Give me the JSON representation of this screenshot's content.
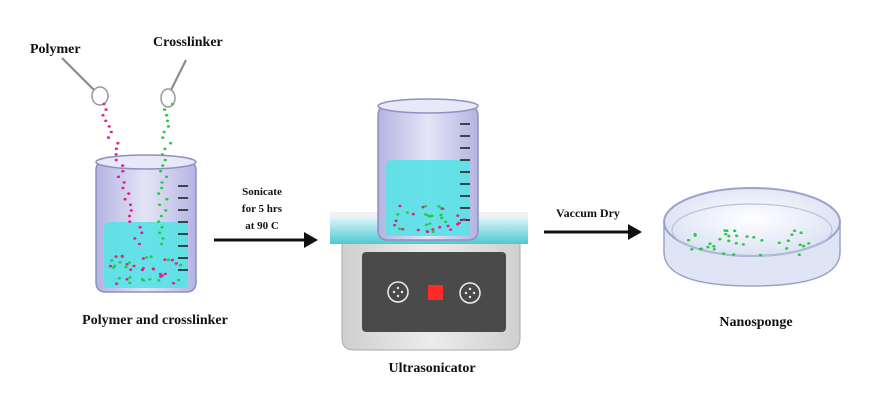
{
  "labels": {
    "polymer": "Polymer",
    "crosslinker": "Crosslinker",
    "step1_caption": "Polymer and crosslinker",
    "sonicate_line1": "Sonicate",
    "sonicate_line2": "for 5 hrs",
    "sonicate_line3": "at 90 C",
    "ultrasonicator": "Ultrasonicator",
    "vacuum_dry": "Vaccum Dry",
    "nanosponge": "Nanosponge"
  },
  "colors": {
    "polymer_dots": "#e0218a",
    "crosslinker_dots": "#22cc44",
    "liquid": "#5ee0e6",
    "glass": "#c9c9ec",
    "device_body": "#dcdcdc",
    "device_panel": "#4a4a4a",
    "stop_button": "#ff2a2a",
    "hotplate": "#6dd6dc"
  }
}
